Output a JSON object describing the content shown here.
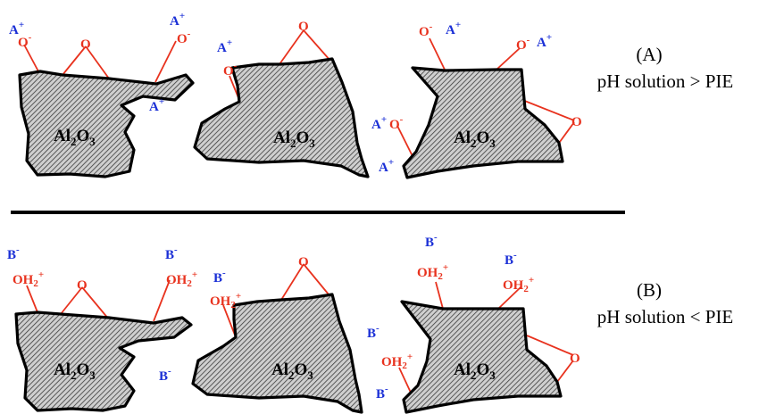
{
  "panel_a": {
    "label": "(A)",
    "condition": "pH solution > PIE",
    "particle_formula": {
      "base": "Al",
      "sub1": "2",
      "mid": "O",
      "sub2": "3"
    },
    "ions": {
      "cation": "A",
      "cation_charge": "+",
      "oxide": "O",
      "oxide_charge": "-",
      "bridge_oxygen": "O"
    }
  },
  "panel_b": {
    "label": "(B)",
    "condition": "pH solution < PIE",
    "particle_formula": {
      "base": "Al",
      "sub1": "2",
      "mid": "O",
      "sub2": "3"
    },
    "ions": {
      "anion": "B",
      "anion_charge": "-",
      "hydroxonium": "OH",
      "hydroxonium_sub": "2",
      "hydroxonium_charge": "+",
      "bridge_oxygen": "O"
    }
  },
  "colors": {
    "anion_cation": "#1a2fd6",
    "oxygen": "#e8321e",
    "particle_outline": "#000000"
  }
}
